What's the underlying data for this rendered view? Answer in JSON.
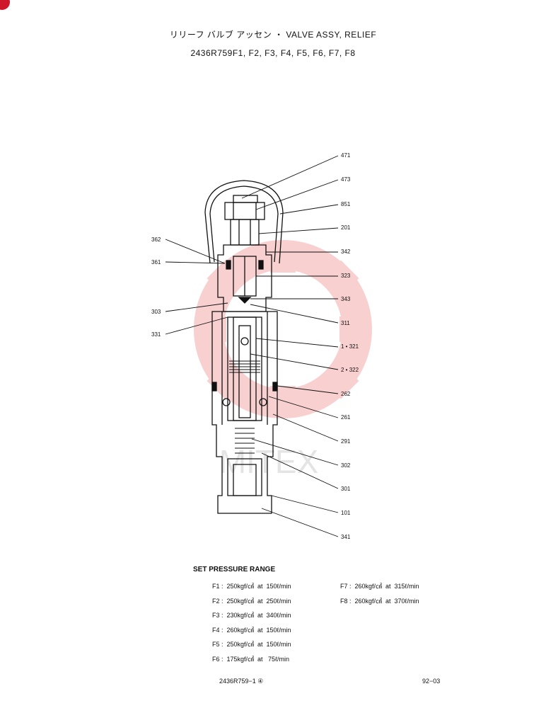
{
  "title_line1": "リリーフ バルブ アッセン ・ VALVE ASSY, RELIEF",
  "title_line2": "2436R759F1, F2, F3, F4, F5, F6, F7, F8",
  "watermark": "MITEX",
  "part_labels": {
    "p471": "471",
    "p473": "473",
    "p851": "851",
    "p201": "201",
    "p342": "342",
    "p323": "323",
    "p343": "343",
    "p311": "311",
    "p1_321": "1 • 321",
    "p2_322": "2 • 322",
    "p262": "262",
    "p261": "261",
    "p291": "291",
    "p302": "302",
    "p301": "301",
    "p101": "101",
    "p341": "341",
    "p362": "362",
    "p361": "361",
    "p303": "303",
    "p331": "331"
  },
  "pressure": {
    "heading": "SET PRESSURE RANGE",
    "rows_left": [
      "F1 :  250kgf/㎠  at  150ℓ/min",
      "F2 :  250kgf/㎠  at  250ℓ/min",
      "F3 :  230kgf/㎠  at  340ℓ/min",
      "F4 :  260kgf/㎠  at  150ℓ/min",
      "F5 :  250kgf/㎠  at  150ℓ/min",
      "F6 :  175kgf/㎠  at   75ℓ/min"
    ],
    "rows_right": [
      "F7 :  260kgf/㎠  at  315ℓ/min",
      "F8 :  260kgf/㎠  at  370ℓ/min"
    ]
  },
  "footer": {
    "drawing_no": "2436R759−1 ④",
    "date": "92−03"
  }
}
